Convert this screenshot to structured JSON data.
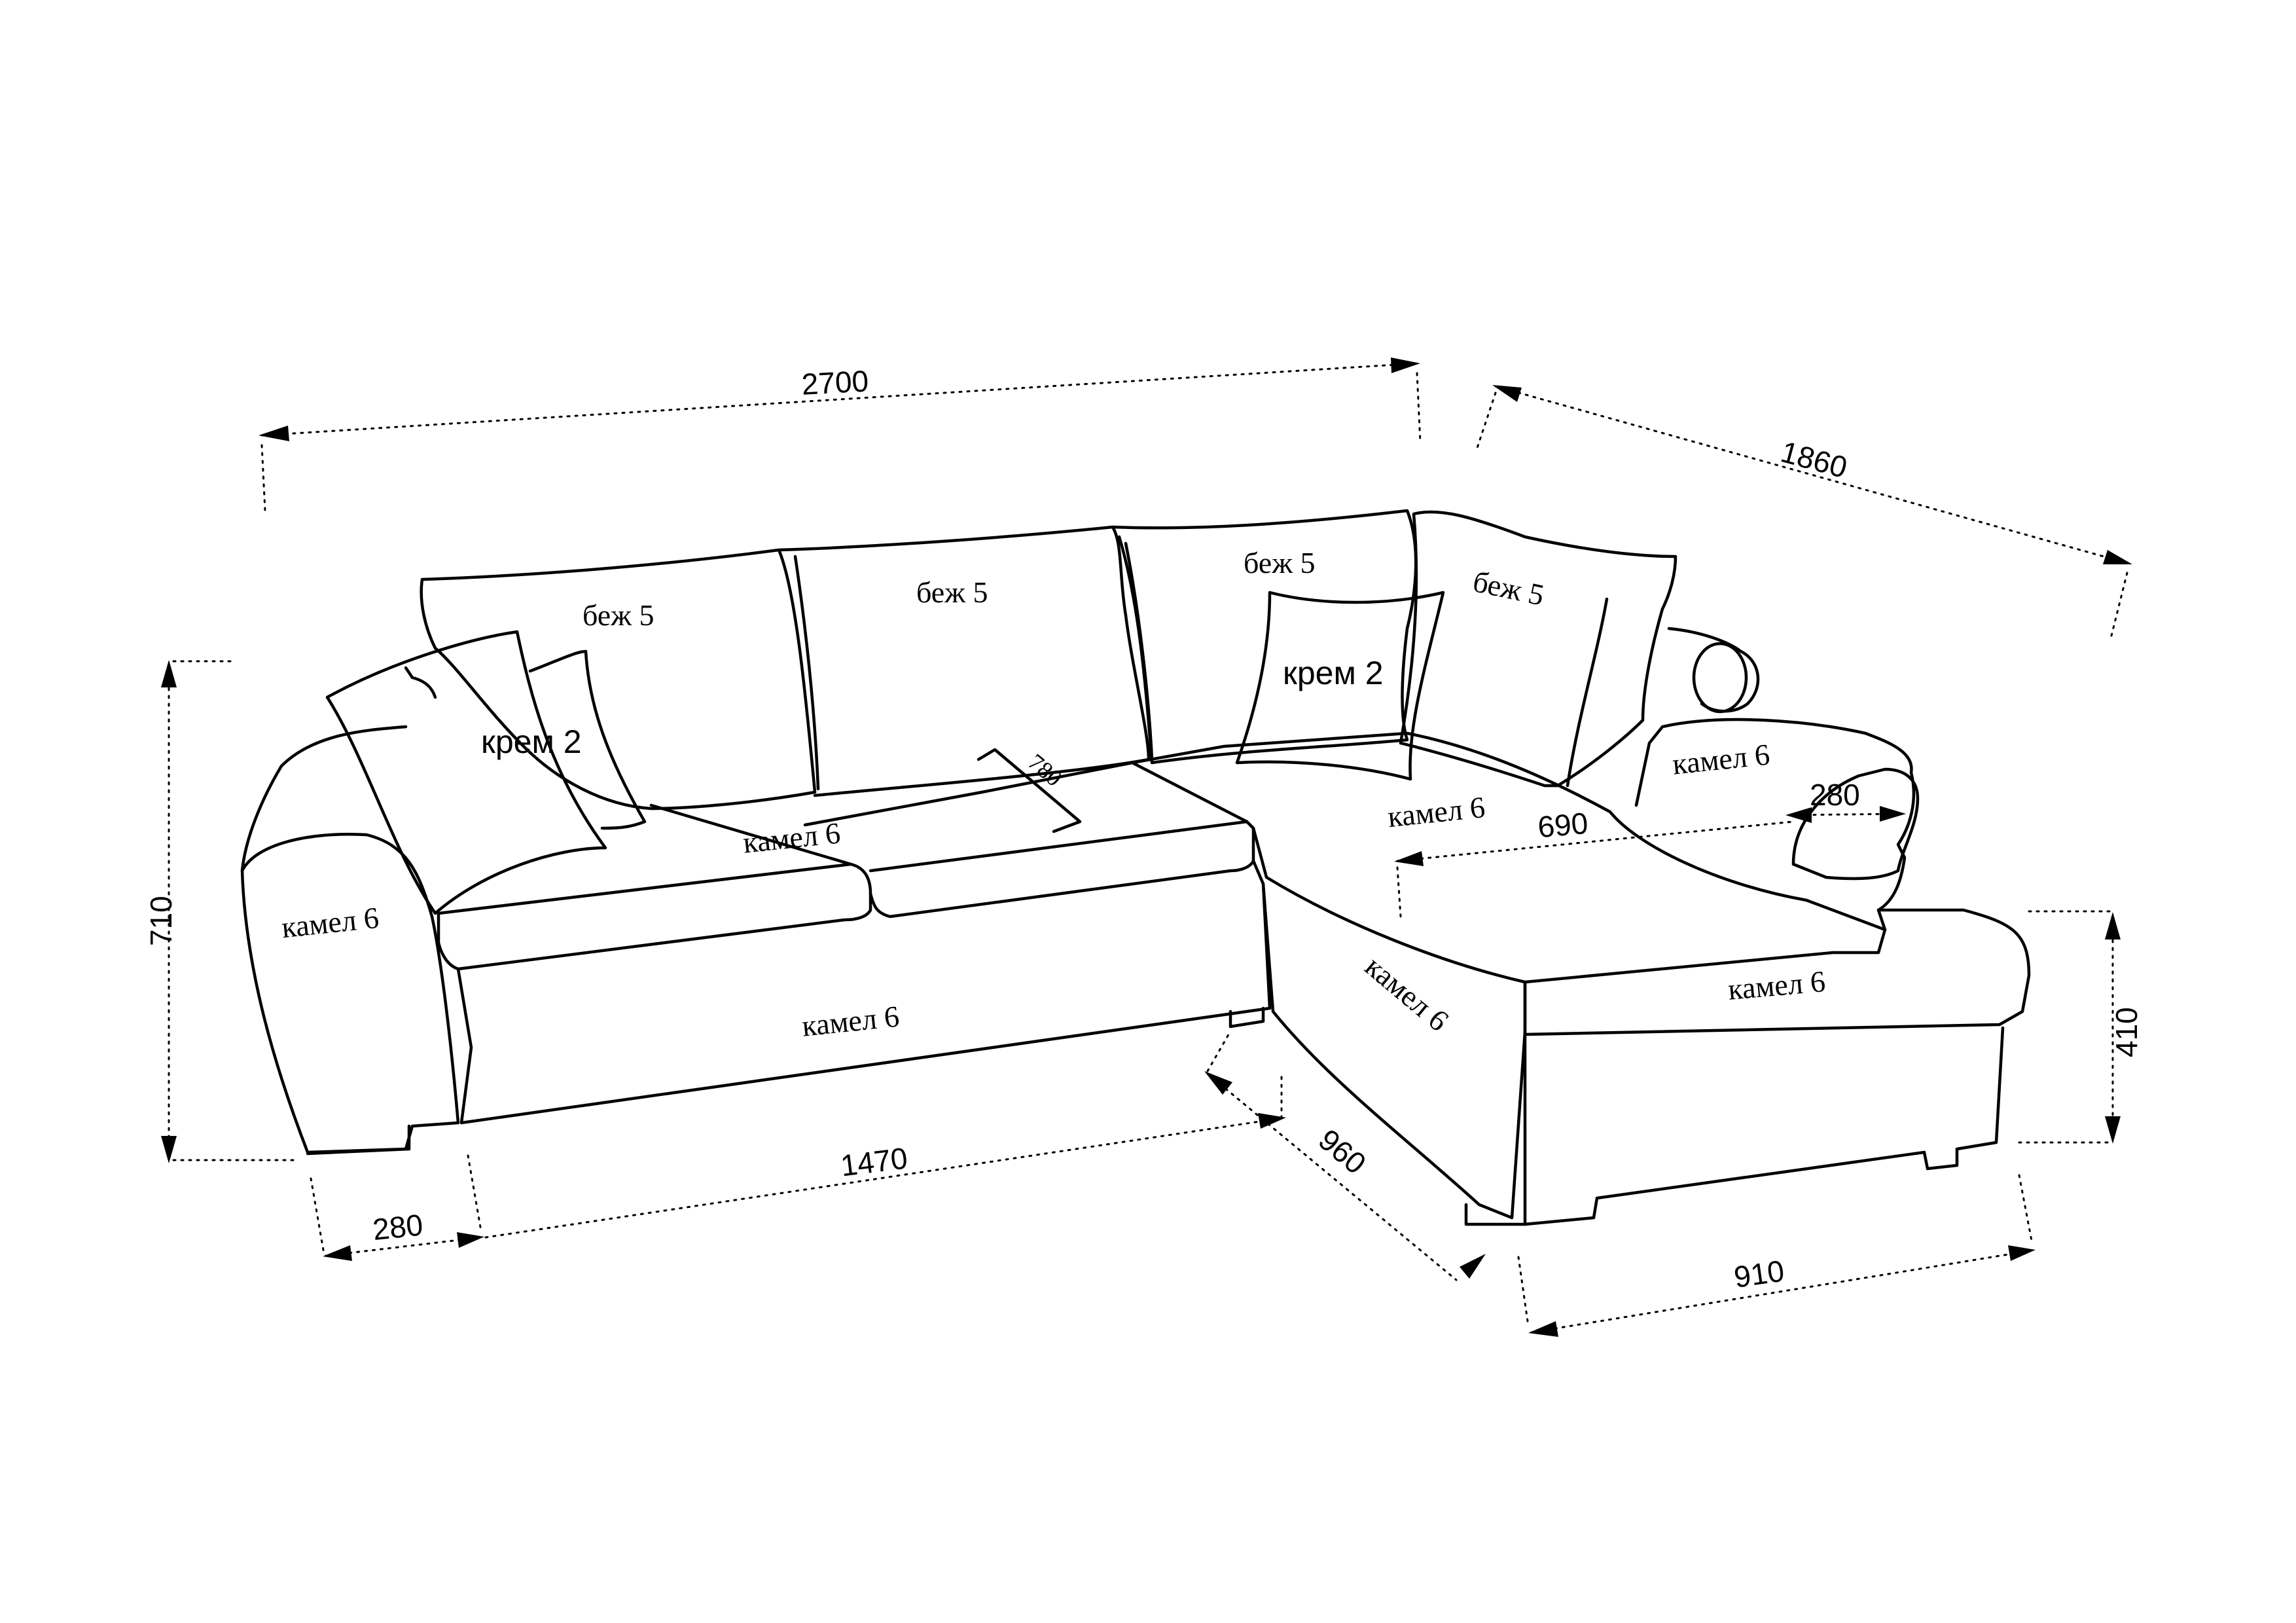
{
  "labels": {
    "back_cushion_1": "беж 5",
    "back_cushion_2": "беж 5",
    "back_cushion_3": "беж 5",
    "back_cushion_4": "беж 5",
    "pillow_left": "крем 2",
    "pillow_right": "крем 2",
    "left_armrest": "камел 6",
    "seat_left": "камел 6",
    "base_front": "камел 6",
    "corner_seat": "камел 6",
    "right_armrest": "камел 6",
    "corner_base_side": "камел 6",
    "chaise_front": "камел 6"
  },
  "dimensions": {
    "total_length": "2700",
    "side_length": "1860",
    "height": "710",
    "arm_width_left": "280",
    "seat_width": "1470",
    "corner_depth": "960",
    "chaise_width": "910",
    "seat_height": "410",
    "chaise_seat_depth": "690",
    "arm_width_right": "280",
    "seat_cushion_depth": "780"
  },
  "colors": {
    "line": "#000000",
    "background": "#ffffff"
  }
}
